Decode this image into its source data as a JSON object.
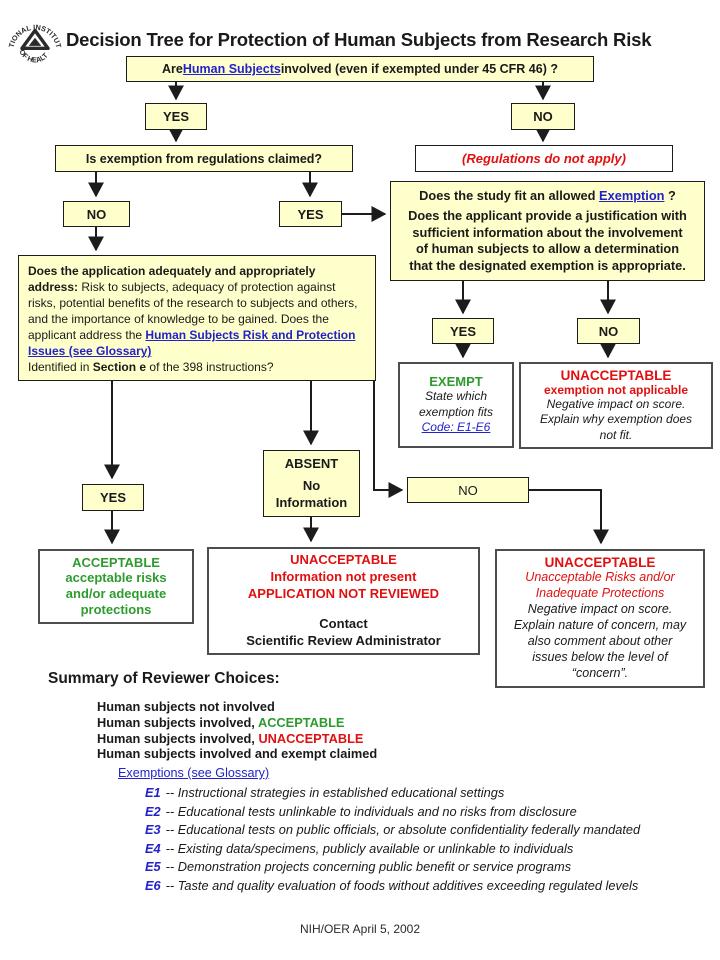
{
  "colors": {
    "box_fill": "#FFFFCC",
    "link": "#2222CC",
    "green": "#2E9B2E",
    "red": "#E01010"
  },
  "header": {
    "title": "Decision Tree for Protection of Human Subjects from Research Risk"
  },
  "logo": {
    "top_arc": "NATIONAL INSTITUTES",
    "bottom_arc": "OF HEALTH"
  },
  "labels": {
    "yes": "YES",
    "no": "NO"
  },
  "tree": {
    "q1": {
      "pre": "Are ",
      "link": "Human Subjects",
      "post": " involved (even if exempted under 45 CFR 46) ?"
    },
    "q2": "Is exemption from regulations claimed?",
    "regulations_note": "(Regulations do not apply)",
    "q_exemption": {
      "question_pre": "Does the study fit an allowed  ",
      "question_link": "Exemption",
      "question_post": " ?",
      "body": "Does the applicant provide a justification with\nsufficient information about the involvement\nof human subjects to allow a determination\nthat the designated exemption is appropriate."
    },
    "q_big": {
      "bold1": "Does the application adequately and appropriately address:",
      "text1": " Risk to subjects, adequacy of protection against risks, potential benefits of the research to subjects and others, and the importance of knowledge to be gained. Does the applicant address the ",
      "link": "Human Subjects Risk and Protection Issues (see Glossary)",
      "text2": "Identified in ",
      "bold2": "Section e",
      "text3": " of the 398 instructions?"
    },
    "exempt": {
      "title": "EXEMPT",
      "note": "State which\nexemption fits",
      "code_link": "Code: E1-E6"
    },
    "unacceptable_exemption": {
      "title": "UNACCEPTABLE",
      "reason": "exemption not applicable",
      "note": "Negative impact on score.\nExplain why exemption does\nnot fit."
    },
    "absent": {
      "title": "ABSENT",
      "note": "No\nInformation"
    },
    "acceptable": {
      "title": "ACCEPTABLE",
      "note": "acceptable risks\nand/or adequate\nprotections"
    },
    "unacceptable_not_reviewed": {
      "headline": "UNACCEPTABLE\nInformation not present\nAPPLICATION NOT REVIEWED",
      "contact": "Contact\nScientific Review Administrator"
    },
    "unacceptable_risks": {
      "title": "UNACCEPTABLE",
      "subtitle": "Unacceptable Risks and/or\nInadequate Protections",
      "note": "Negative impact on score.\nExplain nature of concern, may\nalso comment about other\nissues below the level of\n“concern”."
    }
  },
  "summary": {
    "heading": "Summary of Reviewer Choices:",
    "items": [
      {
        "text": "Human subjects not involved",
        "status": ""
      },
      {
        "text": "Human subjects involved, ",
        "status": "ACCEPTABLE"
      },
      {
        "text": "Human subjects involved, ",
        "status": "UNACCEPTABLE"
      },
      {
        "text": "Human subjects involved and exempt claimed",
        "status": ""
      }
    ],
    "exemptions_link": "Exemptions (see Glossary)",
    "exemptions": [
      {
        "code": "E1",
        "desc": "-- Instructional strategies in established educational settings"
      },
      {
        "code": "E2",
        "desc": "-- Educational tests unlinkable to individuals and no risks from disclosure"
      },
      {
        "code": "E3",
        "desc": "-- Educational tests on public officials, or absolute confidentiality federally mandated"
      },
      {
        "code": "E4",
        "desc": "-- Existing data/specimens, publicly available or unlinkable to individuals"
      },
      {
        "code": "E5",
        "desc": "-- Demonstration projects concerning public benefit or service programs"
      },
      {
        "code": "E6",
        "desc": "-- Taste and quality evaluation of foods without additives exceeding regulated levels"
      }
    ]
  },
  "footer": {
    "credit": "NIH/OER April 5, 2002"
  }
}
